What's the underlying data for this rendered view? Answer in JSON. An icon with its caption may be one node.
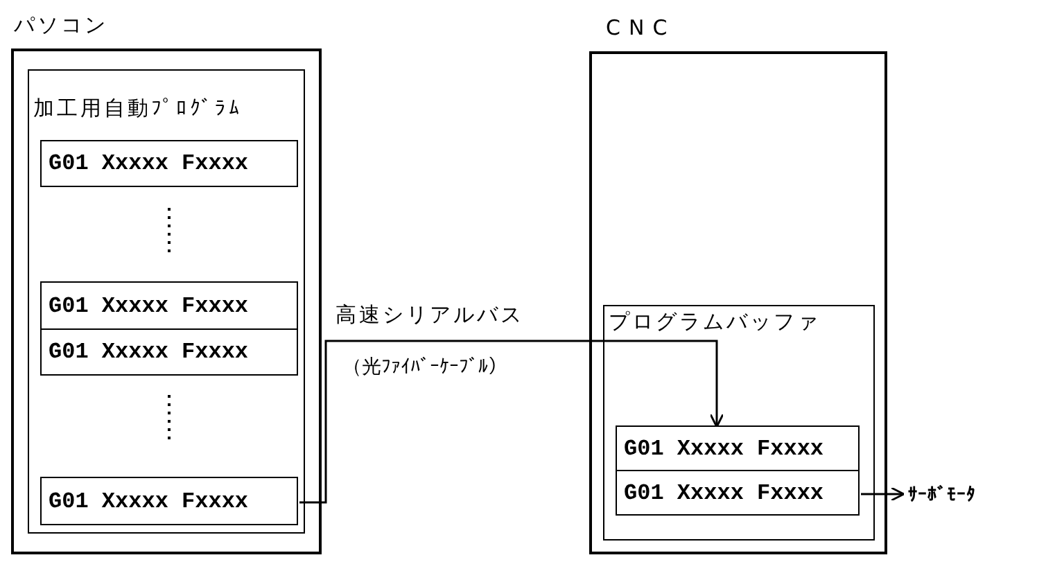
{
  "diagram": {
    "nodes": [
      {
        "text": [
          "パソコン"
        ]
      },
      {
        "text": [
          "加工用自動ﾌﾟﾛｸﾞﾗﾑ"
        ],
        "in": 0
      },
      {
        "text": [
          "G01 Xxxxx Fxxxx"
        ],
        "in": 1
      },
      {
        "text": [
          "G01 Xxxxx Fxxxx"
        ],
        "in": 1
      },
      {
        "text": [
          "G01 Xxxxx Fxxxx"
        ],
        "in": 1
      },
      {
        "text": [
          "G01 Xxxxx Fxxxx"
        ],
        "in": 1
      },
      {
        "text": [
          "CNC"
        ]
      },
      {
        "text": [
          "プログラムバッファ"
        ],
        "in": 6
      },
      {
        "text": [
          "G01 Xxxxx Fxxxx"
        ],
        "in": 7
      },
      {
        "text": [
          "G01 Xxxxx Fxxxx"
        ],
        "in": 7
      },
      {
        "text": [
          "ｻｰﾎﾞﾓｰﾀ"
        ]
      }
    ],
    "edges": [
      {
        "from": 5,
        "to": 8,
        "arrow": "to",
        "label": "高速シリアルバス"
      },
      {
        "from": 9,
        "to": 10,
        "arrow": "to"
      }
    ],
    "labels": [
      "（光ﾌｧｲﾊﾞｰｹｰﾌﾞﾙ）"
    ]
  }
}
